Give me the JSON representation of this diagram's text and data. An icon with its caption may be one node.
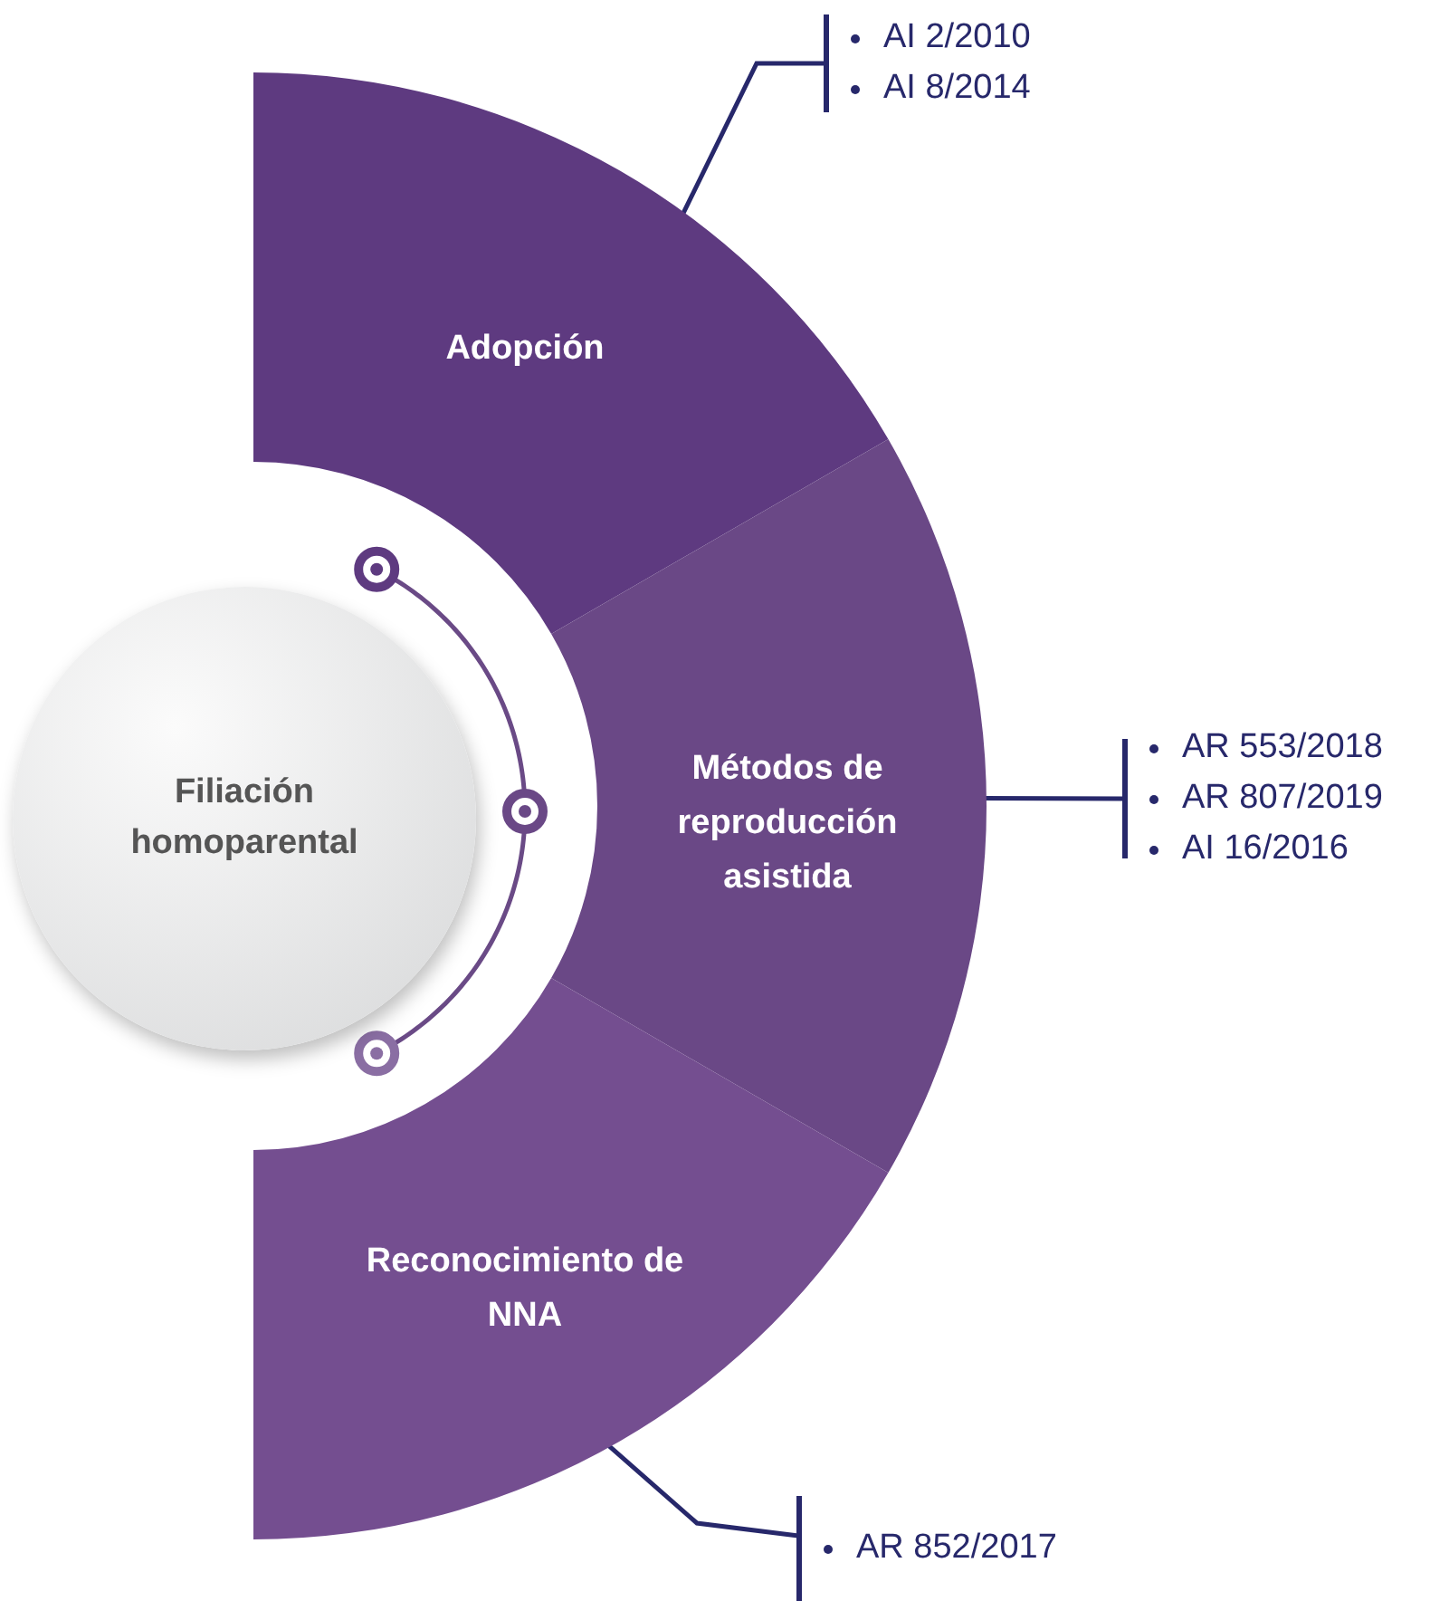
{
  "diagram": {
    "nodes": [
      {
        "text": [
          "Filiación homoparental"
        ]
      },
      {
        "text": [
          "Adopción"
        ]
      },
      {
        "text": [
          "Métodos de reproducción asistida"
        ]
      },
      {
        "text": [
          "Reconocimiento de NNA"
        ]
      },
      {
        "text": [
          "AI 2/2010",
          "AI 8/2014"
        ]
      },
      {
        "text": [
          "AR 553/2018",
          "AR 807/2019",
          "AI 16/2016"
        ]
      },
      {
        "text": [
          "AR 852/2017"
        ]
      }
    ],
    "edges": [
      {
        "from": 1,
        "to": 4,
        "arrow": "none"
      },
      {
        "from": 2,
        "to": 5,
        "arrow": "none"
      },
      {
        "from": 3,
        "to": 6,
        "arrow": "none"
      }
    ]
  }
}
